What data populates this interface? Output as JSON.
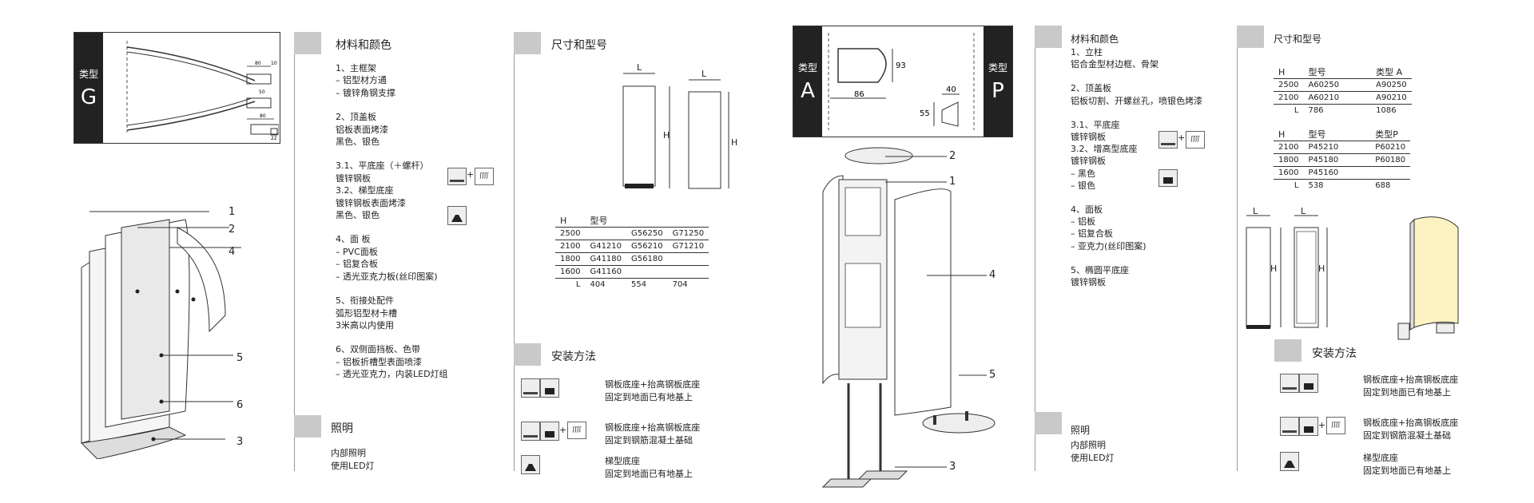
{
  "panel_g": {
    "tab_small": "类型",
    "tab_big": "G",
    "dims": [
      "80",
      "10",
      "50",
      "80",
      "22"
    ],
    "callouts": [
      "1",
      "2",
      "4",
      "5",
      "6",
      "3"
    ],
    "materials": {
      "title": "材料和颜色",
      "lines": [
        "1、主框架",
        "– 铝型材方通",
        "– 镀锌角钢支撑",
        "",
        "2、顶盖板",
        "铝板表面烤漆",
        "黑色、银色",
        "",
        "3.1、平底座（＋螺杆）",
        "镀锌钢板",
        "3.2、梯型底座",
        "镀锌钢板表面烤漆",
        "黑色、银色",
        "",
        "4、面 板",
        "– PVC面板",
        "– 铝复合板",
        "– 透光亚克力板(丝印图案)",
        "",
        "5、衔接处配件",
        "弧形铝型材卡槽",
        "3米高以内使用",
        "",
        "6、双侧面挡板、色带",
        "– 铝板折槽型表面喷漆",
        "– 透光亚克力，内装LED灯组"
      ]
    },
    "lighting": {
      "title": "照明",
      "lines": [
        "内部照明",
        "使用LED灯"
      ]
    },
    "size": {
      "title": "尺寸和型号",
      "dim_L": "L",
      "dim_H": "H",
      "table": {
        "header": [
          "H",
          "型号",
          "",
          ""
        ],
        "rows": [
          [
            "2500",
            "",
            "G56250",
            "G71250"
          ],
          [
            "2100",
            "G41210",
            "G56210",
            "G71210"
          ],
          [
            "1800",
            "G41180",
            "G56180",
            ""
          ],
          [
            "1600",
            "G41160",
            "",
            ""
          ]
        ],
        "footer": [
          "L",
          "404",
          "554",
          "704"
        ]
      }
    },
    "install": {
      "title": "安装方法",
      "items": [
        {
          "text": "钢板底座+抬高钢板底座\n固定到地面已有地基上"
        },
        {
          "text": "钢板底座+抬高钢板底座\n固定到钢筋混凝土基础"
        },
        {
          "text": "梯型底座\n固定到地面已有地基上"
        }
      ]
    },
    "bolt_label": "ʃʃʃʃ"
  },
  "panel_p": {
    "tab_left_small": "类型",
    "tab_left_big": "A",
    "tab_right_small": "类型",
    "tab_right_big": "P",
    "dims": [
      "93",
      "86",
      "40",
      "55"
    ],
    "callouts": [
      "2",
      "1",
      "4",
      "5",
      "3"
    ],
    "materials": {
      "title": "材料和颜色",
      "lines": [
        "1、立柱",
        "铝合金型材边框、骨架",
        "",
        "2、顶盖板",
        "铝板切割、开螺丝孔，喷银色烤漆",
        "",
        "3.1、平底座",
        "镀锌钢板",
        "3.2、增高型底座",
        "镀锌钢板",
        "– 黑色",
        "– 银色",
        "",
        "4、面板",
        "– 铝板",
        "– 铝复合板",
        "– 亚克力(丝印图案)",
        "",
        "5、椭圆平底座",
        "镀锌钢板"
      ]
    },
    "lighting": {
      "title": "照明",
      "lines": [
        "内部照明",
        "使用LED灯"
      ]
    },
    "size": {
      "title": "尺寸和型号",
      "table_a": {
        "header": [
          "H",
          "型号",
          "类型 A"
        ],
        "rows": [
          [
            "2500",
            "A60250",
            "A90250"
          ],
          [
            "2100",
            "A60210",
            "A90210"
          ]
        ],
        "footer": [
          "L",
          "786",
          "1086"
        ]
      },
      "table_p": {
        "header": [
          "H",
          "型号",
          "类型P"
        ],
        "rows": [
          [
            "2100",
            "P45210",
            "P60210"
          ],
          [
            "1800",
            "P45180",
            "P60180"
          ],
          [
            "1600",
            "P45160",
            ""
          ]
        ],
        "footer": [
          "L",
          "538",
          "688"
        ]
      },
      "dim_L": "L",
      "dim_H": "H"
    },
    "install": {
      "title": "安装方法",
      "items": [
        {
          "text": "钢板底座+抬高钢板底座\n固定到地面已有地基上"
        },
        {
          "text": "钢板底座+抬高钢板底座\n固定到钢筋混凝土基础"
        },
        {
          "text": "梯型底座\n固定到地面已有地基上"
        }
      ]
    },
    "bolt_label": "ʃʃʃʃ"
  }
}
